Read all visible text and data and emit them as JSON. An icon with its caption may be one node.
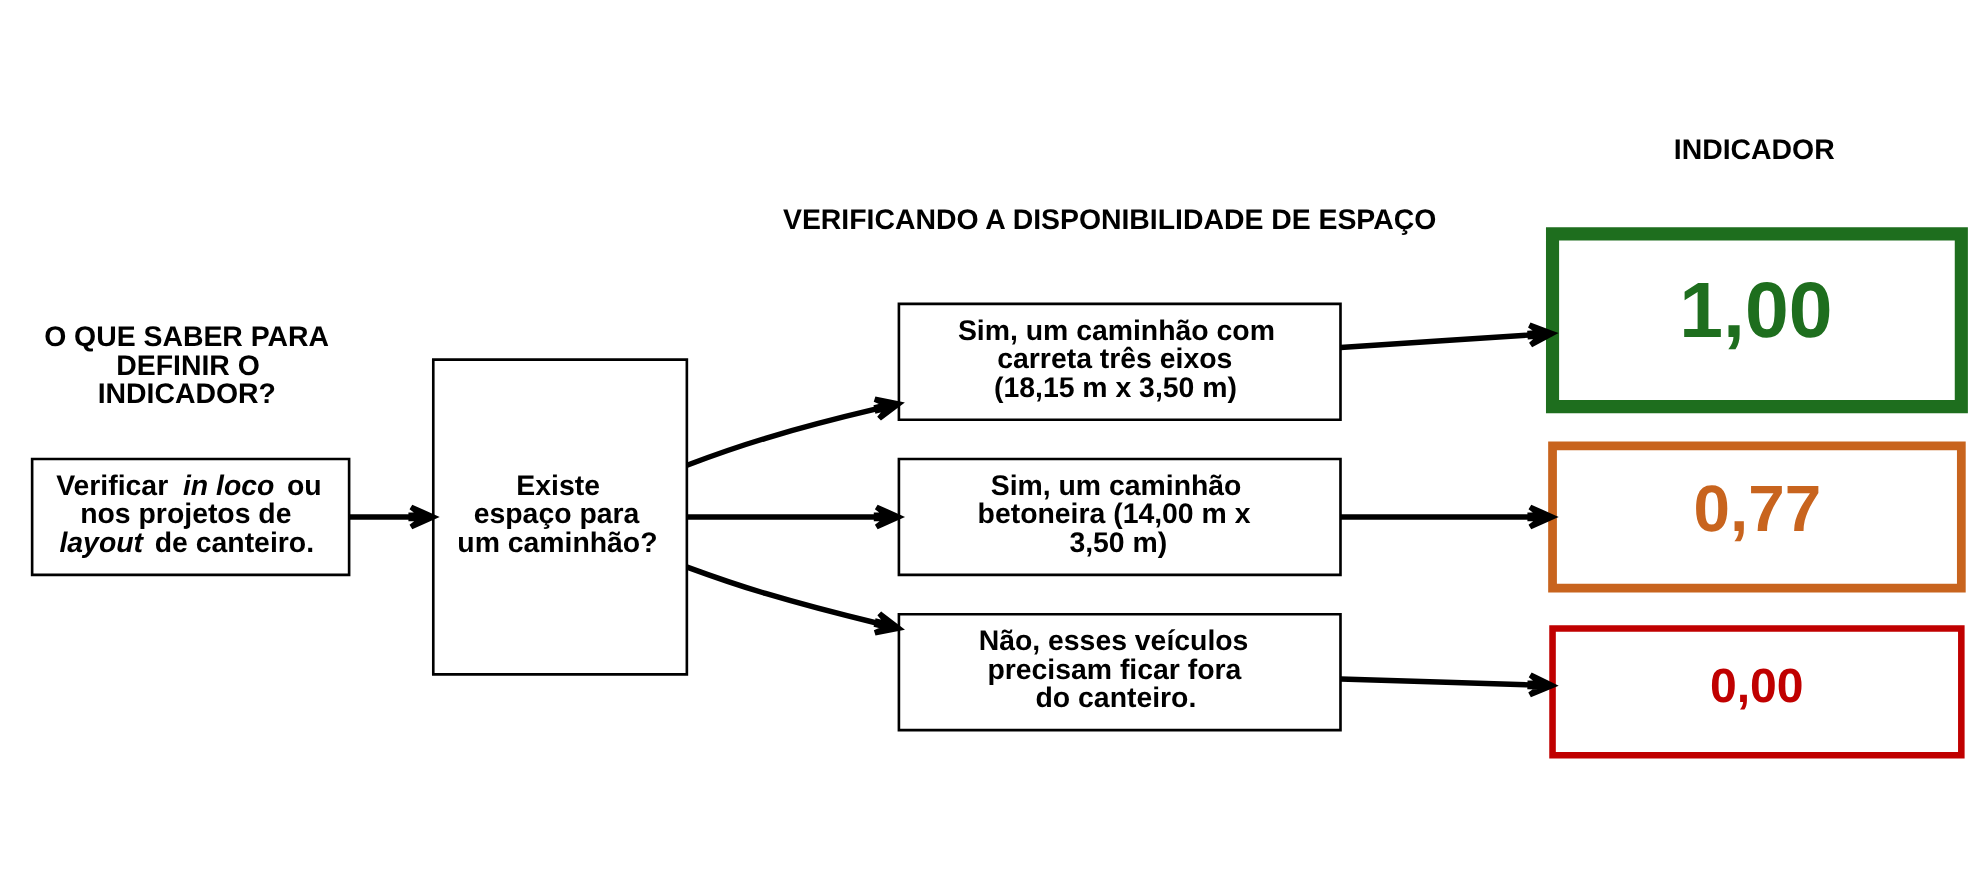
{
  "diagram": {
    "nodes": [
      {
        "text": [
          "Verificar *in loco* ou nos projetos de *layout* de canteiro."
        ]
      },
      {
        "text": [
          "Existe espaço para um caminhão?"
        ]
      },
      {
        "text": [
          "Sim, um caminhão com carreta três eixos (18,15 m x 3,50 m)"
        ]
      },
      {
        "text": [
          "Sim, um caminhão betoneira (14,00 m x 3,50 m)"
        ]
      },
      {
        "text": [
          "Não, esses veículos precisam ficar fora do canteiro."
        ]
      },
      {
        "text": [
          "1,00"
        ]
      },
      {
        "text": [
          "0,77"
        ]
      },
      {
        "text": [
          "0,00"
        ]
      }
    ],
    "edges": [
      {
        "from": 0,
        "to": 1,
        "arrow": "to"
      },
      {
        "from": 1,
        "to": 2,
        "arrow": "to"
      },
      {
        "from": 1,
        "to": 3,
        "arrow": "to"
      },
      {
        "from": 1,
        "to": 4,
        "arrow": "to"
      },
      {
        "from": 2,
        "to": 5,
        "arrow": "to"
      },
      {
        "from": 3,
        "to": 6,
        "arrow": "to"
      },
      {
        "from": 4,
        "to": 7,
        "arrow": "to"
      }
    ],
    "labels": [
      "O QUE SABER PARA DEFINIR O INDICADOR?",
      "VERIFICANDO A DISPONIBILIDADE DE ESPAÇO",
      "INDICADOR"
    ]
  }
}
